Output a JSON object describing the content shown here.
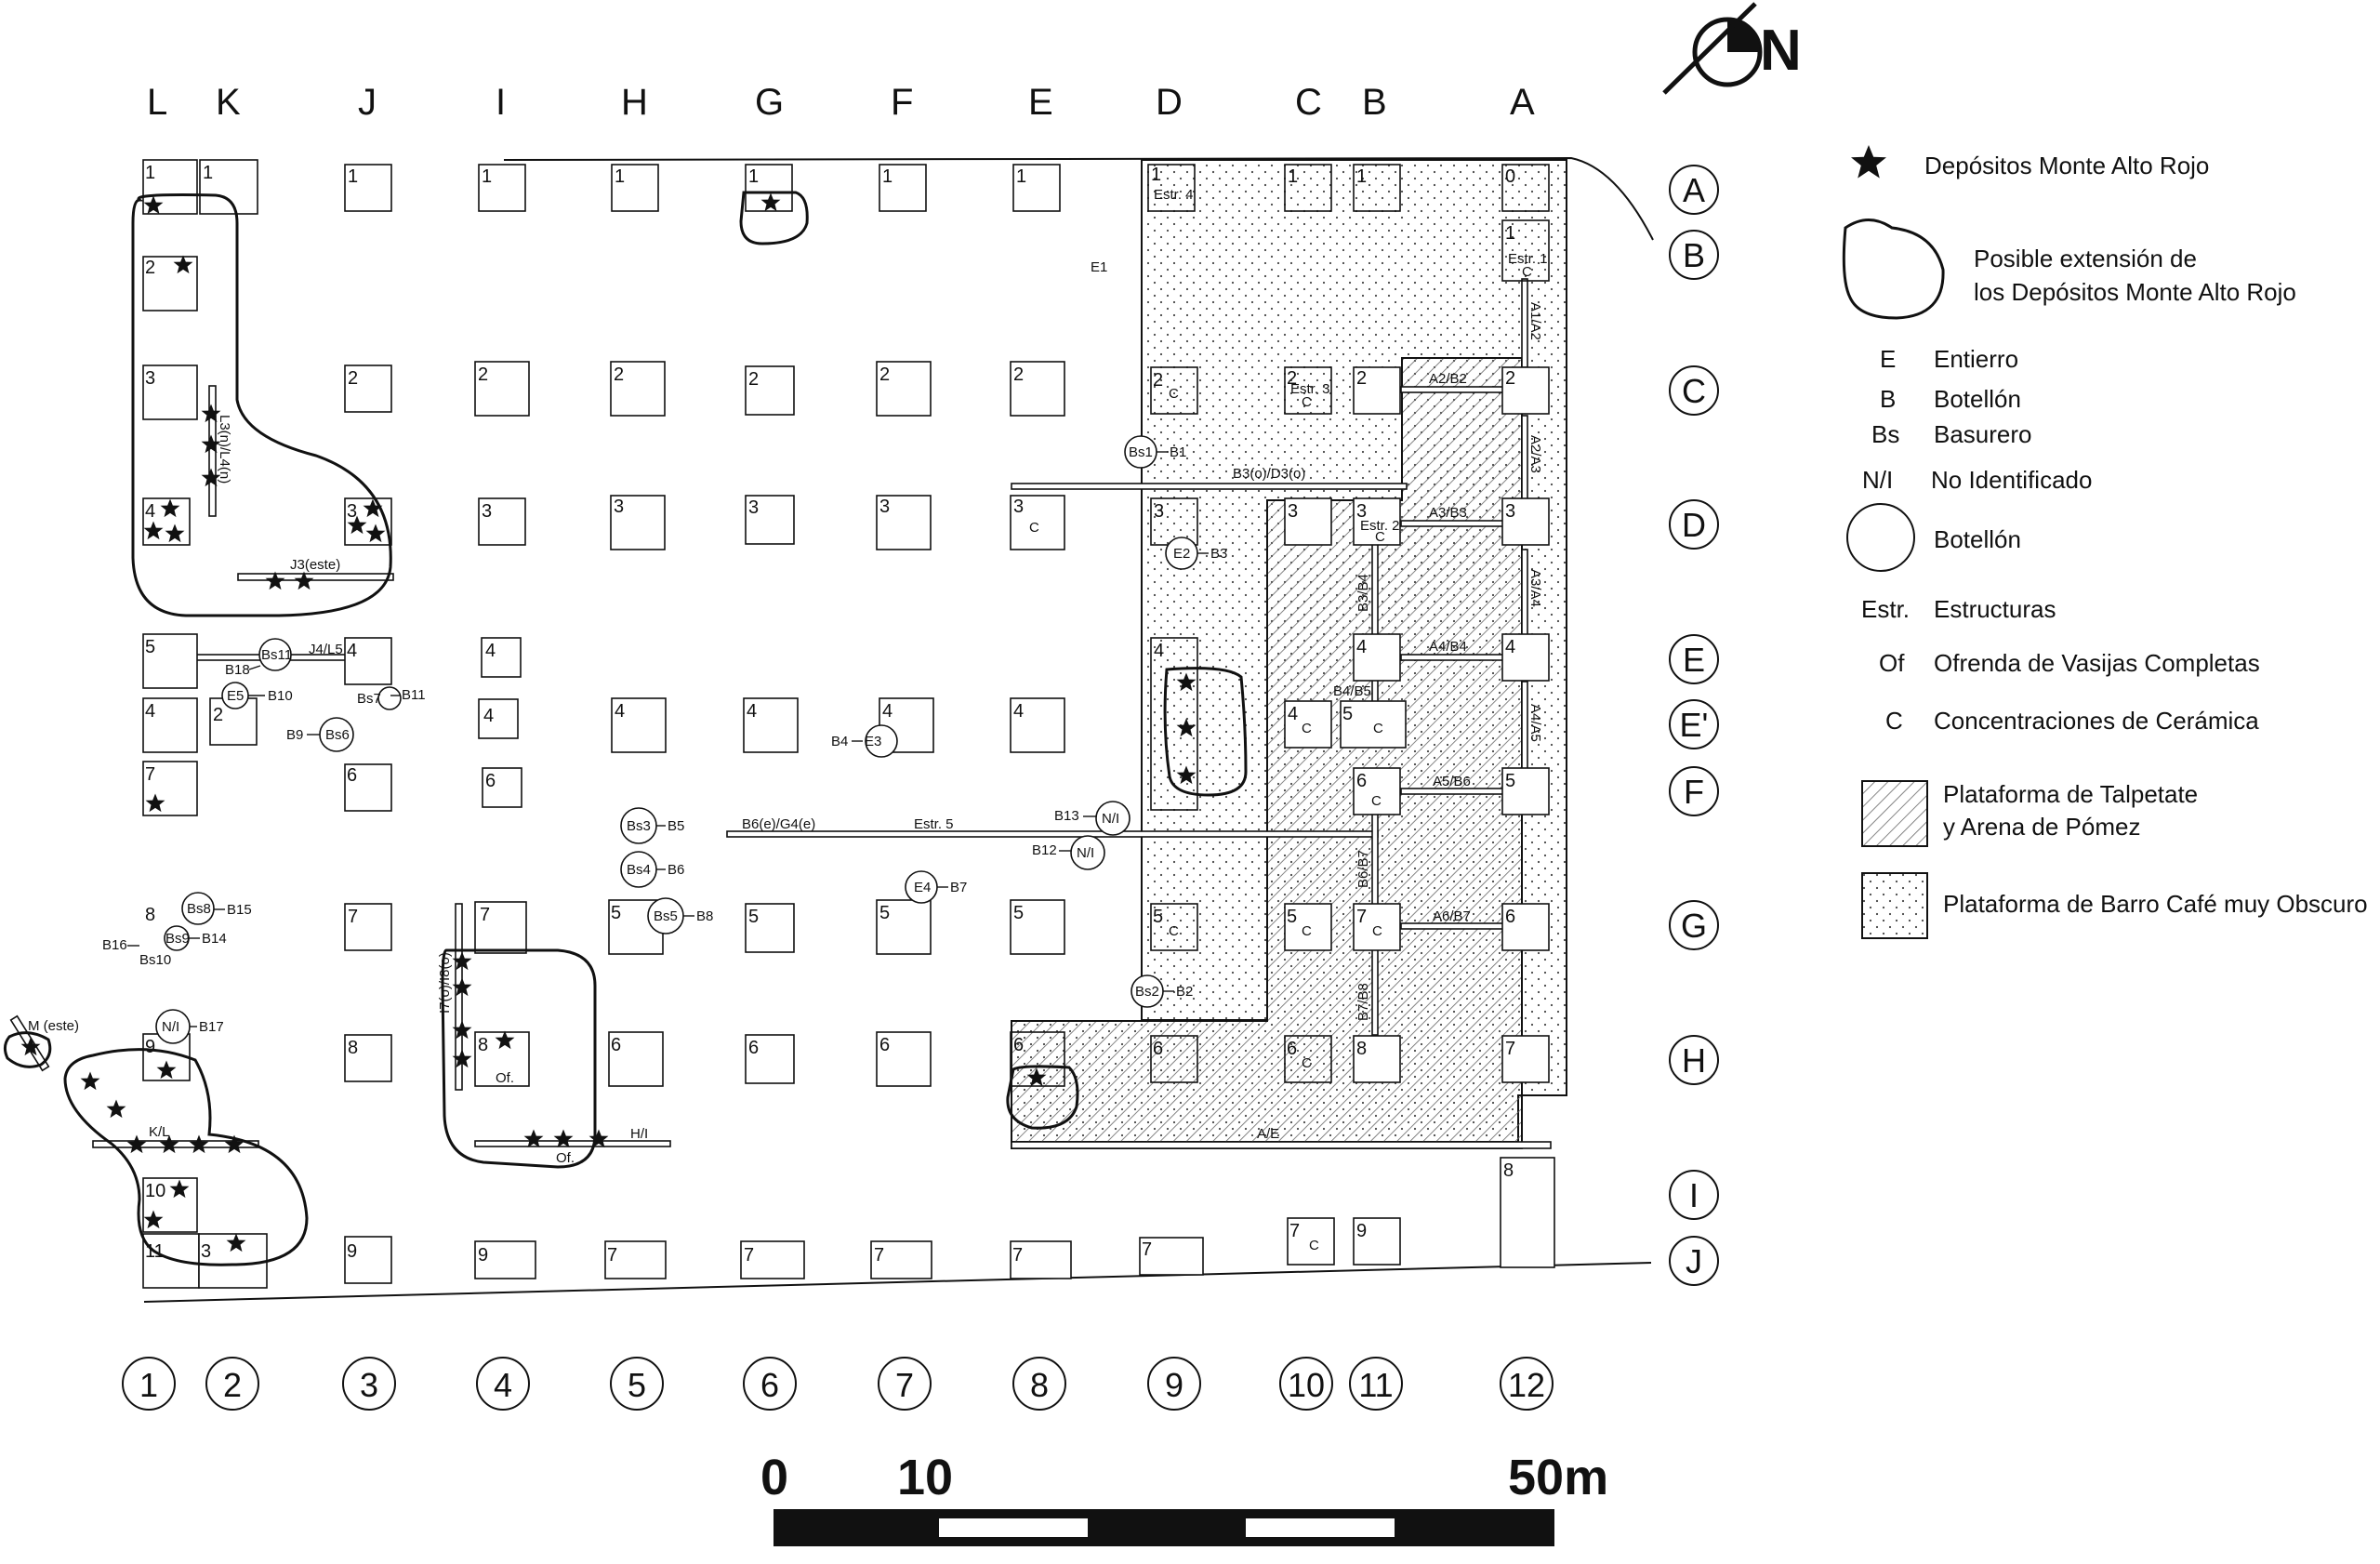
{
  "north": {
    "label": "N"
  },
  "columns": [
    "L",
    "K",
    "J",
    "I",
    "H",
    "G",
    "F",
    "E",
    "D",
    "C",
    "B",
    "A"
  ],
  "rows": [
    "A",
    "B",
    "C",
    "D",
    "E",
    "E'",
    "F",
    "G",
    "H",
    "I",
    "J"
  ],
  "col_numbers": [
    "1",
    "2",
    "3",
    "4",
    "5",
    "6",
    "7",
    "8",
    "9",
    "10",
    "11",
    "12"
  ],
  "legend": {
    "star": "Depósitos Monte Alto Rojo",
    "extent_line1": "Posible extensión de",
    "extent_line2": "los Depósitos Monte Alto Rojo",
    "codes": [
      {
        "code": "E",
        "text": "Entierro"
      },
      {
        "code": "B",
        "text": "Botellón"
      },
      {
        "code": "Bs",
        "text": "Basurero"
      },
      {
        "code": "N/I",
        "text": "No Identificado"
      },
      {
        "code": "",
        "text": "Botellón"
      },
      {
        "code": "Estr.",
        "text": "Estructuras"
      },
      {
        "code": "Of",
        "text": "Ofrenda de Vasijas Completas"
      },
      {
        "code": "C",
        "text": "Concentraciones de Cerámica"
      }
    ],
    "hatch_line1": "Plataforma de Talpetate",
    "hatch_line2": "y Arena de Pómez",
    "dots": "Plataforma de Barro Café muy Obscuro"
  },
  "scale": {
    "labels": [
      "0",
      "10",
      "50m"
    ]
  },
  "units": [
    [
      "1",
      "1"
    ],
    [
      "1",
      "1"
    ],
    [
      "1",
      "1"
    ],
    [
      "1",
      "1"
    ],
    [
      "1",
      "1"
    ],
    [
      "1",
      "1"
    ],
    [
      "1",
      "1"
    ],
    [
      "1",
      "1"
    ],
    [
      "1",
      "1"
    ],
    [
      "1",
      "1"
    ],
    [
      "0",
      "1"
    ],
    [
      "1",
      "1"
    ],
    [
      "2",
      "1"
    ],
    [
      "3",
      "1"
    ],
    [
      "2",
      "1"
    ],
    [
      "2",
      "1"
    ],
    [
      "2",
      "1"
    ],
    [
      "2",
      "1"
    ],
    [
      "2",
      "1"
    ],
    [
      "2",
      "1"
    ],
    [
      "2",
      "1"
    ],
    [
      "2",
      "1"
    ],
    [
      "2",
      "1"
    ],
    [
      "2",
      "1"
    ],
    [
      "4",
      "1"
    ],
    [
      "3",
      "1"
    ],
    [
      "3",
      "1"
    ],
    [
      "3",
      "1"
    ],
    [
      "3",
      "1"
    ],
    [
      "3",
      "1"
    ],
    [
      "3",
      "1"
    ],
    [
      "3",
      "1"
    ],
    [
      "3",
      "1"
    ],
    [
      "3",
      "1"
    ],
    [
      "3",
      "1"
    ],
    [
      "5",
      "1"
    ],
    [
      "4",
      "1"
    ],
    [
      "4",
      "1"
    ],
    [
      "4",
      "1"
    ],
    [
      "4",
      "1"
    ],
    [
      "4",
      "1"
    ],
    [
      "4",
      "1"
    ],
    [
      "4",
      "1"
    ],
    [
      "4",
      "1"
    ],
    [
      "4",
      "1"
    ],
    [
      "4",
      "1"
    ],
    [
      "4",
      "1"
    ],
    [
      "6",
      "1"
    ],
    [
      "2",
      "1"
    ],
    [
      "5",
      "1"
    ],
    [
      "5",
      "1"
    ],
    [
      "5",
      "1"
    ],
    [
      "7",
      "1"
    ],
    [
      "6",
      "1"
    ],
    [
      "6",
      "1"
    ],
    [
      "6",
      "1"
    ],
    [
      "6",
      "1"
    ],
    [
      "5",
      "1"
    ],
    [
      "8",
      "1"
    ],
    [
      "7",
      "1"
    ],
    [
      "7",
      "1"
    ],
    [
      "5",
      "1"
    ],
    [
      "5",
      "1"
    ],
    [
      "5",
      "1"
    ],
    [
      "5",
      "1"
    ],
    [
      "5",
      "1"
    ],
    [
      "5",
      "1"
    ],
    [
      "7",
      "1"
    ],
    [
      "6",
      "1"
    ],
    [
      "9",
      "1"
    ],
    [
      "8",
      "1"
    ],
    [
      "8",
      "1"
    ],
    [
      "6",
      "1"
    ],
    [
      "6",
      "1"
    ],
    [
      "6",
      "1"
    ],
    [
      "6",
      "1"
    ],
    [
      "6",
      "1"
    ],
    [
      "6",
      "1"
    ],
    [
      "8",
      "1"
    ],
    [
      "7",
      "1"
    ],
    [
      "10",
      "1"
    ],
    [
      "11",
      "1"
    ],
    [
      "3",
      "1"
    ],
    [
      "9",
      "1"
    ],
    [
      "9",
      "1"
    ],
    [
      "7",
      "1"
    ],
    [
      "7",
      "1"
    ],
    [
      "7",
      "1"
    ],
    [
      "7",
      "1"
    ],
    [
      "7",
      "1"
    ],
    [
      "7",
      "1"
    ],
    [
      "9",
      "1"
    ],
    [
      "8",
      "1"
    ]
  ],
  "unit_notes": {
    "estr4": "Estr. 4",
    "estr1": "Estr. 1",
    "estr3": "Estr. 3",
    "estr2": "Estr. 2",
    "c": "C",
    "of": "Of."
  },
  "features": {
    "E1": "E1",
    "Bs1": "Bs1",
    "B1": "B1",
    "E2": "E2",
    "B3": "B3",
    "Bs2": "Bs2",
    "B2": "B2",
    "Bs11": "Bs11",
    "B18": "B18",
    "J4L5": "J4/L5",
    "E5": "E5",
    "B10": "B10",
    "Bs7": "Bs7",
    "B11": "B11",
    "Bs6": "Bs6",
    "B9": "B9",
    "E3": "E3",
    "B4": "B4",
    "Bs3": "Bs3",
    "B5": "B5",
    "Bs4": "Bs4",
    "B6": "B6",
    "Bs5": "Bs5",
    "B8": "B8",
    "E4": "E4",
    "B7": "B7",
    "NI1": "N/I",
    "B13": "B13",
    "NI2": "N/I",
    "B12": "B12",
    "Bs8": "Bs8",
    "B15": "B15",
    "Bs9": "Bs9",
    "B14": "B14",
    "B16": "B16",
    "Bs10": "Bs10",
    "NI3": "N/I",
    "B17": "B17",
    "Mest": "M (este)",
    "J3est": "J3(este)",
    "KL": "K/L",
    "HI": "H/I",
    "L3L4": "L3(n)/L4(n)",
    "I7I8": "I7(o)/I8(o)",
    "Of": "Of.",
    "B6G4": "B6(e)/G4(e)",
    "Estr5": "Estr. 5",
    "B3D3": "B3(o)/D3(o)",
    "AE": "A/E",
    "A1A2": "A1/A2",
    "A2B2": "A2/B2",
    "A2A3": "A2/A3",
    "A3B3": "A3/B3",
    "A3A4": "A3/A4",
    "A4B4": "A4/B4",
    "A4A5": "A4/A5",
    "B3B4": "B3/B4",
    "B4B5": "B4/B5",
    "A5B6": "A5/B6",
    "B6B7": "B6/B7",
    "A6B7": "A6/B7",
    "B7B8": "B7/B8"
  }
}
